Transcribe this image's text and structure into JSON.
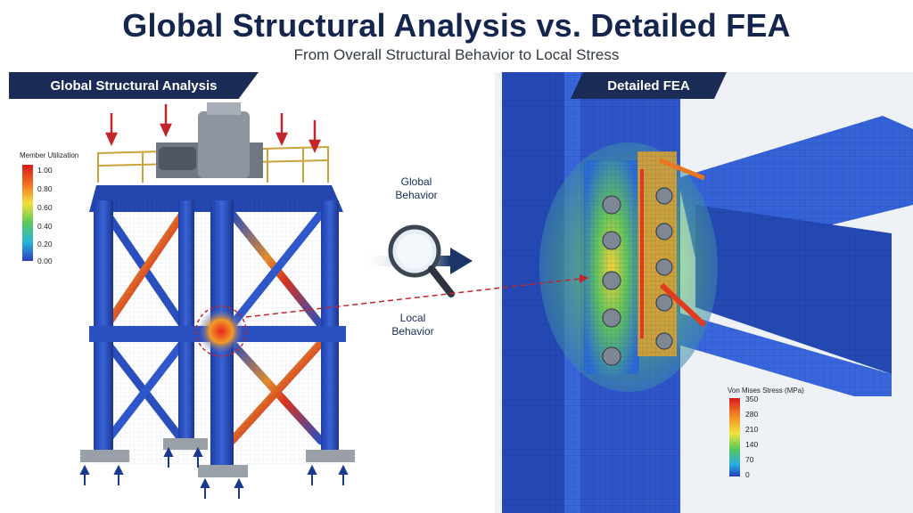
{
  "title": "Global Structural Analysis vs. Detailed FEA",
  "subtitle": "From Overall Structural Behavior to Local Stress",
  "left_panel": {
    "label": "Global Structural Analysis"
  },
  "right_panel": {
    "label": "Detailed FEA"
  },
  "center": {
    "global_label_1": "Global",
    "global_label_2": "Behavior",
    "local_label_1": "Local",
    "local_label_2": "Behavior"
  },
  "utilization_scale": {
    "title": "Member Utilization",
    "ticks": [
      "1.00",
      "0.80",
      "0.60",
      "0.40",
      "0.20",
      "0.00"
    ]
  },
  "stress_scale": {
    "title": "Von Mises Stress (MPa)",
    "ticks": [
      "350",
      "280",
      "210",
      "140",
      "70",
      "0"
    ]
  },
  "colors": {
    "navy": "#1a2c55",
    "steel_blue": "#2a4fbf",
    "hot": "#e63a1f",
    "load_red": "#c0262b"
  }
}
